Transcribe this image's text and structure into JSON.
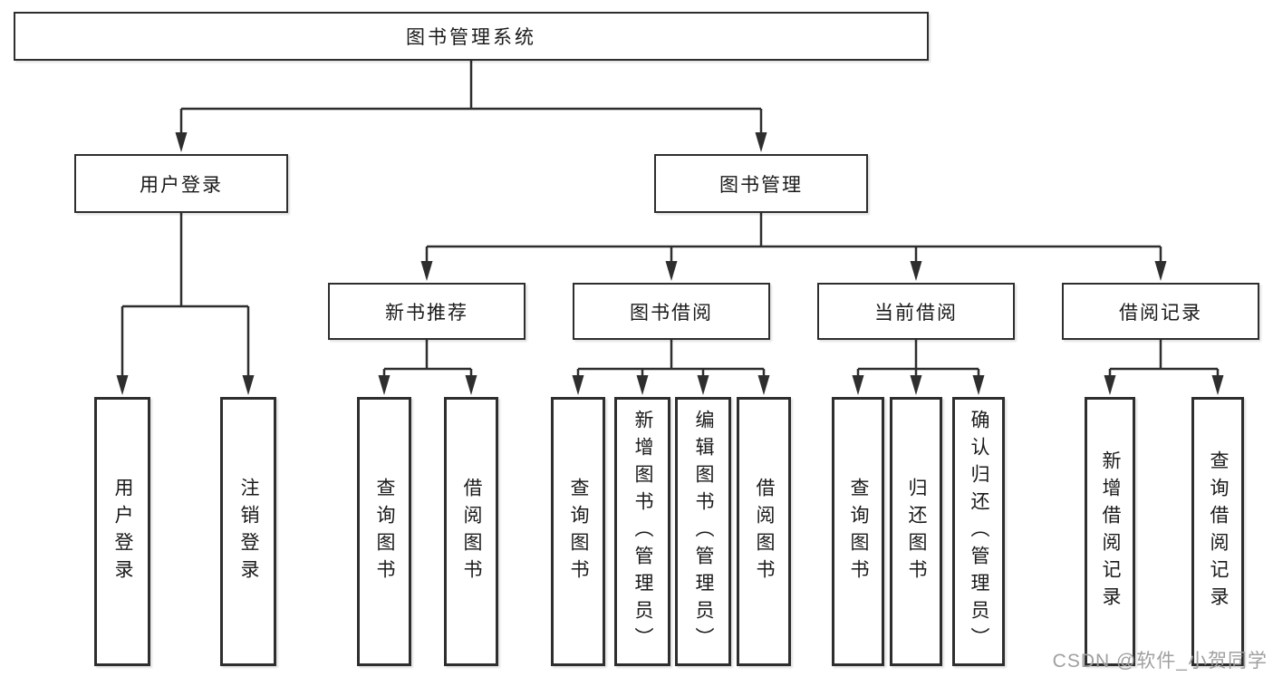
{
  "diagram_title": "图书管理系统",
  "root": {
    "label": "图书管理系统"
  },
  "user_login": {
    "label": "用户登录",
    "children": {
      "login": "用户登录",
      "logout": "注销登录"
    }
  },
  "book_mgmt": {
    "label": "图书管理"
  },
  "new_book_rec": {
    "label": "新书推荐",
    "children": {
      "query": "查询图书",
      "borrow": "借阅图书"
    }
  },
  "book_borrow": {
    "label": "图书借阅",
    "children": {
      "query": "查询图书",
      "add": "新增图书（管理员）",
      "edit": "编辑图书（管理员）",
      "borrow": "借阅图书"
    }
  },
  "current_borrow": {
    "label": "当前借阅",
    "children": {
      "query": "查询图书",
      "return": "归还图书",
      "confirm": "确认归还（管理员）"
    }
  },
  "borrow_records": {
    "label": "借阅记录",
    "children": {
      "add": "新增借阅记录",
      "query": "查询借阅记录"
    }
  },
  "watermark": "CSDN @软件_小贺同学",
  "colors": {
    "line": "#2e2e2e",
    "box_border": "#2e2e2e",
    "text": "#1a1a1a",
    "watermark": "#a0a0a0",
    "background": "#ffffff"
  }
}
